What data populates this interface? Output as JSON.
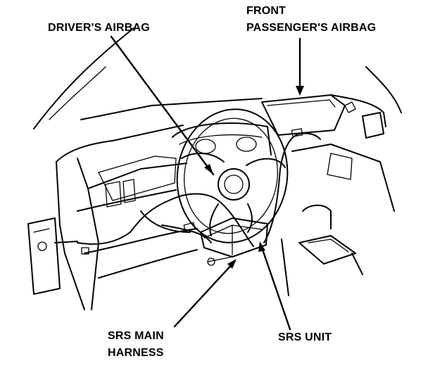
{
  "labels": {
    "drivers_airbag": "DRIVER'S AIRBAG",
    "front_passenger_line1": "FRONT",
    "front_passenger_line2": "PASSENGER'S AIRBAG",
    "srs_main_line1": "SRS MAIN",
    "srs_main_line2": "HARNESS",
    "srs_unit": "SRS UNIT"
  }
}
